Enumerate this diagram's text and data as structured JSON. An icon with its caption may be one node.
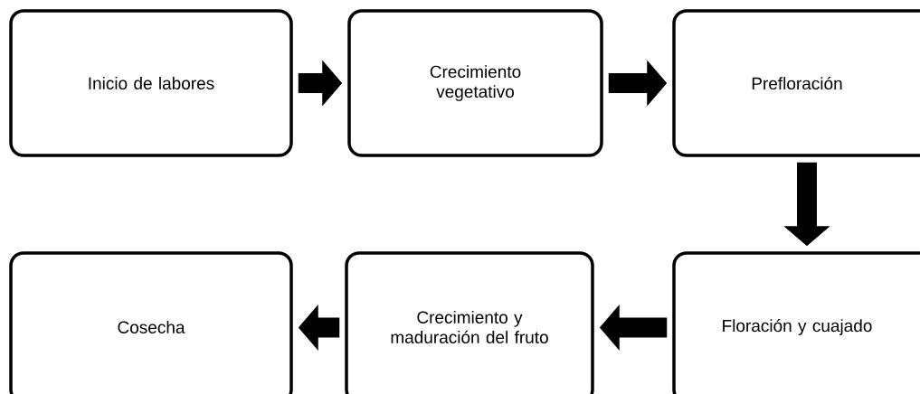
{
  "diagram": {
    "nodes": [
      {
        "text": [
          "Inicio de labores"
        ]
      },
      {
        "text": [
          "Crecimiento vegetativo"
        ]
      },
      {
        "text": [
          "Prefloración"
        ]
      },
      {
        "text": [
          "Cosecha"
        ]
      },
      {
        "text": [
          "Crecimiento y maduración del fruto"
        ]
      },
      {
        "text": [
          "Floración y cuajado"
        ]
      }
    ],
    "edges": [
      {
        "from": 0,
        "to": 1,
        "arrow": "to"
      },
      {
        "from": 1,
        "to": 2,
        "arrow": "to"
      },
      {
        "from": 2,
        "to": 5,
        "arrow": "to"
      },
      {
        "from": 5,
        "to": 4,
        "arrow": "to"
      },
      {
        "from": 4,
        "to": 3,
        "arrow": "to"
      }
    ]
  }
}
